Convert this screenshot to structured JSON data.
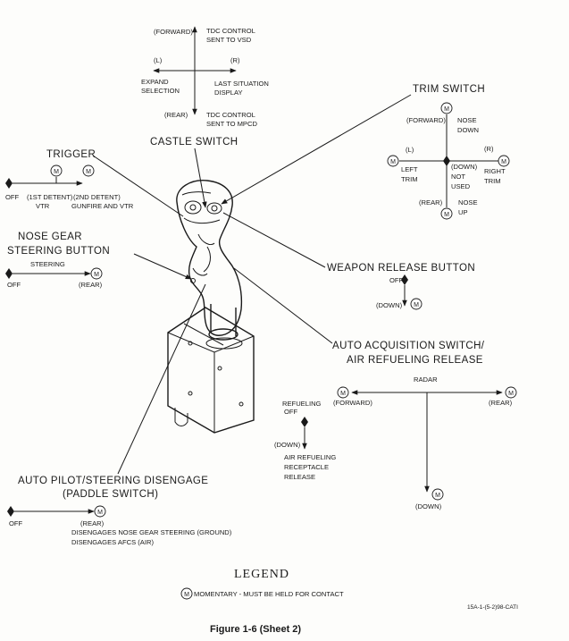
{
  "castle_switch": {
    "title": "CASTLE SWITCH",
    "forward": "(FORWARD)",
    "forward_action_1": "TDC CONTROL",
    "forward_action_2": "SENT TO VSD",
    "left": "(L)",
    "left_action_1": "EXPAND",
    "left_action_2": "SELECTION",
    "right": "(R)",
    "right_action_1": "LAST SITUATION",
    "right_action_2": "DISPLAY",
    "rear": "(REAR)",
    "rear_action_1": "TDC CONTROL",
    "rear_action_2": "SENT TO MPCD"
  },
  "trim_switch": {
    "title": "TRIM SWITCH",
    "forward": "(FORWARD)",
    "forward_action_1": "NOSE",
    "forward_action_2": "DOWN",
    "left": "(L)",
    "left_action_1": "LEFT",
    "left_action_2": "TRIM",
    "right": "(R)",
    "right_action_1": "RIGHT",
    "right_action_2": "TRIM",
    "down": "(DOWN)",
    "down_action_1": "NOT",
    "down_action_2": "USED",
    "rear": "(REAR)",
    "rear_action_1": "NOSE",
    "rear_action_2": "UP"
  },
  "trigger": {
    "title": "TRIGGER",
    "off": "OFF",
    "detent1": "(1ST DETENT)",
    "detent1_action": "VTR",
    "detent2": "(2ND DETENT)",
    "detent2_action": "GUNFIRE AND VTR"
  },
  "nose_gear": {
    "title_1": "NOSE GEAR",
    "title_2": "STEERING BUTTON",
    "steering": "STEERING",
    "off": "OFF",
    "rear": "(REAR)"
  },
  "weapon_release": {
    "title": "WEAPON RELEASE BUTTON",
    "off": "OFF",
    "down": "(DOWN)"
  },
  "auto_acq": {
    "title_1": "AUTO ACQUISITION SWITCH/",
    "title_2": "AIR REFUELING RELEASE",
    "radar": "RADAR",
    "forward": "(FORWARD)",
    "rear": "(REAR)",
    "down": "(DOWN)",
    "refueling_1": "REFUELING",
    "refueling_2": "OFF",
    "ref_down": "(DOWN)",
    "ref_action_1": "AIR REFUELING",
    "ref_action_2": "RECEPTACLE",
    "ref_action_3": "RELEASE"
  },
  "autopilot": {
    "title_1": "AUTO PILOT/STEERING DISENGAGE",
    "title_2": "(PADDLE SWITCH)",
    "off": "OFF",
    "rear": "(REAR)",
    "action_1": "DISENGAGES NOSE GEAR STEERING (GROUND)",
    "action_2": "DISENGAGES AFCS (AIR)"
  },
  "legend": {
    "title": "LEGEND",
    "symbol": "M",
    "text": "MOMENTARY - MUST BE HELD FOR CONTACT"
  },
  "figure_id": "15A-1-(5-2)98-CATI",
  "caption": "Figure 1-6 (Sheet 2)"
}
